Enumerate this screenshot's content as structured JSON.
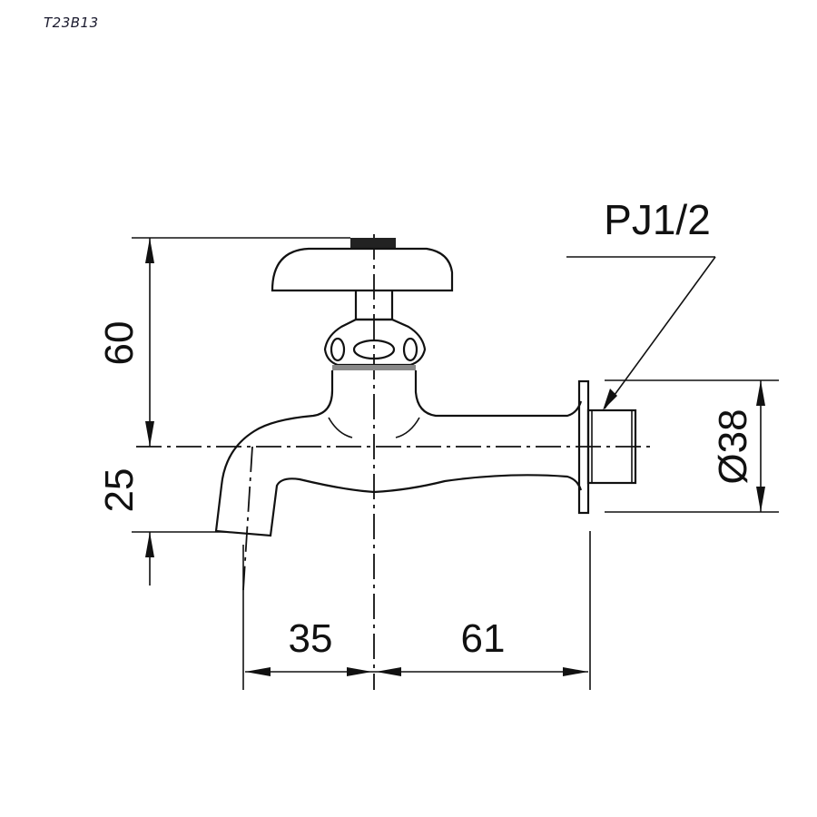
{
  "drawing": {
    "model_code": "T23B13",
    "type": "Wall-mounted faucet side view dimension drawing",
    "thread_label": "PJ1/2",
    "dimensions": {
      "height_top": "60",
      "height_bottom": "25",
      "spout_offset": "35",
      "body_length": "61",
      "flange_diameter": "Ø38"
    },
    "colors": {
      "line": "#111111",
      "background": "#ffffff"
    }
  }
}
